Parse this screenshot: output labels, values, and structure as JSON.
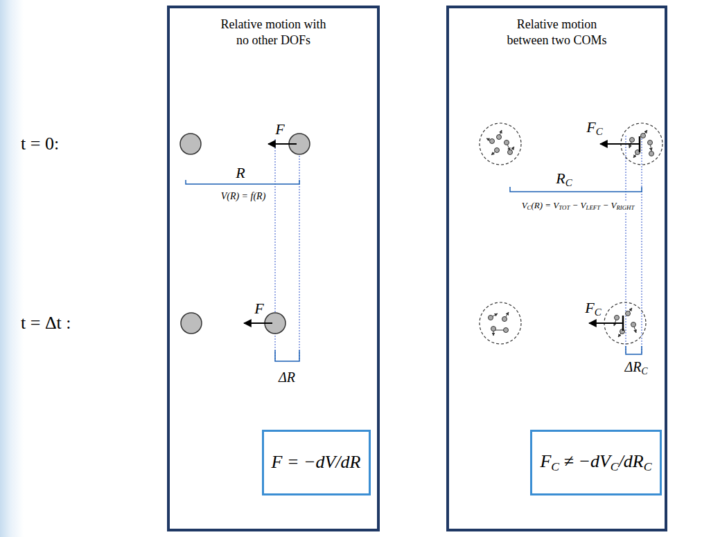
{
  "diagram": {
    "nodes": [
      {
        "text": [
          "Relative motion with no other DOFs"
        ]
      },
      {
        "text": [
          "F = −dV/dR"
        ],
        "in": 0
      },
      {
        "text": [
          "Relative motion between two COMs"
        ]
      },
      {
        "text": [
          "FC ≠ −dVC/dRC"
        ],
        "in": 2
      }
    ],
    "labels": [
      "t = 0:",
      "t = Δt :",
      "F",
      "R",
      "V(R) = f(R)",
      "F",
      "ΔR",
      "FC",
      "RC",
      "VC(R) = VTOT − VLEFT − VRIGHT",
      "FC",
      "ΔRC"
    ]
  }
}
